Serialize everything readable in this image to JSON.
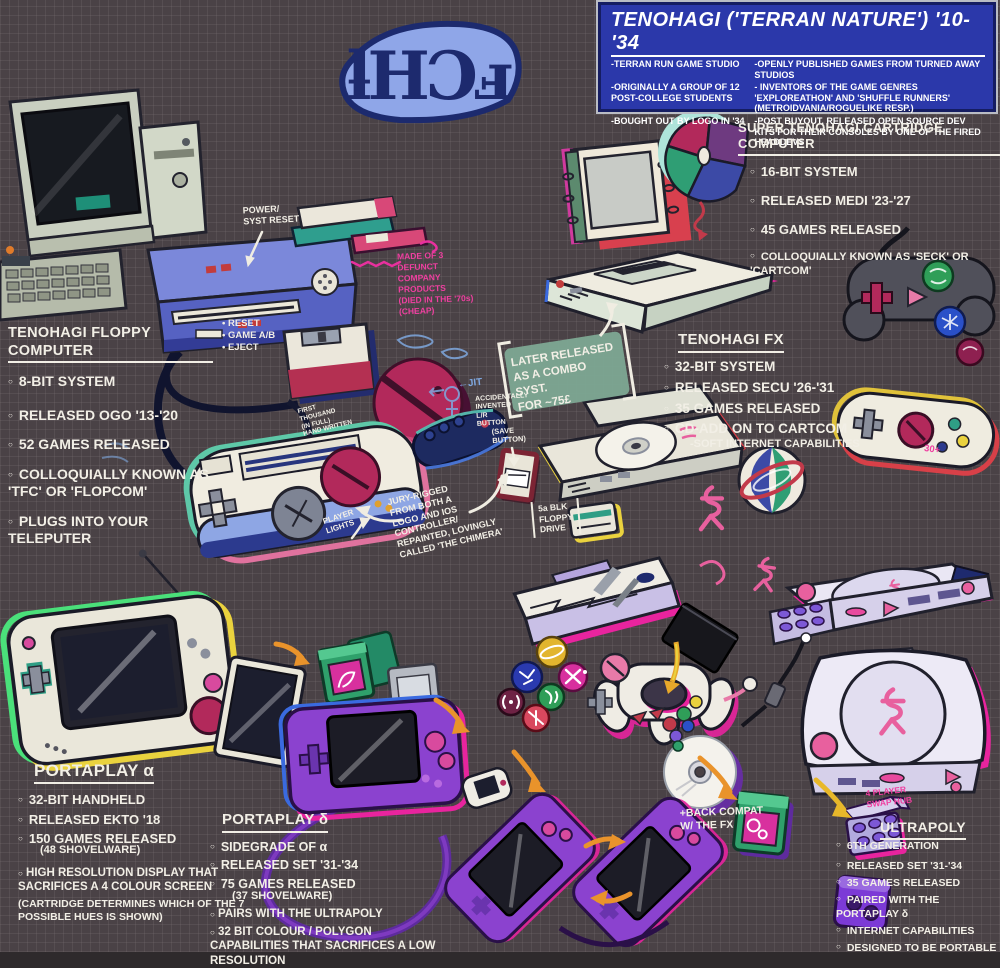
{
  "infobox": {
    "title": "TENOHAGI ('TERRAN NATURE') '10-'34",
    "left": [
      "-TERRAN RUN GAME STUDIO",
      "-ORIGINALLY A GROUP OF 12 POST-COLLEGE STUDENTS",
      "-BOUGHT OUT BY LOGO IN '34"
    ],
    "right": [
      "-OPENLY PUBLISHED GAMES FROM TURNED AWAY STUDIOS",
      "- INVENTORS OF THE GAME GENRES 'EXPLOREATHON' AND 'SHUFFLE RUNNERS' (METROIDVANIA/ROGUELIKE RESP.)",
      "-POST BUYOUT, RELEASED OPEN SOURCE DEV KITS FOR THEIR CONSOLES BY ONE OF THE FIRED HEADDEVS"
    ]
  },
  "logo": {
    "glyphs": "ƚHƆⅎ"
  },
  "sections": {
    "floppy": {
      "title": "TENOHAGI FLOPPY COMPUTER",
      "bullets": [
        "8-BIT SYSTEM",
        "RELEASED OGO '13-'20",
        "52 GAMES RELEASED",
        "COLLOQUIALLY KNOWN AS 'TFC' OR 'FLOPCOM'",
        "PLUGS INTO YOUR TELEPUTER"
      ]
    },
    "cartridge": {
      "title": "SUPER TENOHAGI CARTRIDGE COMPUTER",
      "bullets": [
        "16-BIT SYSTEM",
        "RELEASED MEDI '23-'27",
        "45 GAMES RELEASED",
        "COLLOQUIALLY KNOWN AS 'SECK' OR 'CARTCOM'"
      ]
    },
    "fx": {
      "title": "TENOHAGI FX",
      "bullets": [
        "32-BIT SYSTEM",
        "RELEASED SECU '26-'31",
        "35 GAMES RELEASED",
        "CD-ADD ON TO CARTCOM"
      ],
      "sub": "-SOFT INTERNET CAPABILITIES"
    },
    "alpha": {
      "title": "PORTAPLAY α",
      "bullets": [
        "32-BIT HANDHELD",
        "RELEASED EKTO '18",
        "150 GAMES RELEASED"
      ],
      "note1": "(48 SHOVELWARE)",
      "bullet4": "HIGH RESOLUTION DISPLAY THAT SACRIFICES A 4 COLOUR SCREEN",
      "note2": "(CARTRIDGE DETERMINES WHICH OF THE 7 POSSIBLE HUES IS SHOWN)"
    },
    "delta": {
      "title": "PORTAPLAY δ",
      "bullets": [
        "SIDEGRADE OF α",
        "RELEASED SET '31-'34",
        "75 GAMES RELEASED"
      ],
      "note1": "(37 SHOVELWARE)",
      "bullet4": "PAIRS WITH THE ULTRAPOLY",
      "bullet5": "32 BIT COLOUR / POLYGON CAPABILITIES THAT SACRIFICES A LOW RESOLUTION"
    },
    "ultrapoly": {
      "title": "ULTRAPOLY",
      "bullets": [
        "6TH GENERATION",
        "RELEASED SET '31-'34",
        "35 GAMES RELEASED",
        "PAIRED WITH THE PORTAPLAY δ",
        "INTERNET CAPABILITIES",
        "DESIGNED TO BE PORTABLE"
      ]
    }
  },
  "annotations": {
    "power_reset": "POWER/\nSYST RESET",
    "rear_buttons": "• RESET\n• GAME A/B\n• EJECT",
    "made_of_3": "MADE OF 3\nDEFUNCT\nCOMPANY\nPRODUCTS\n(DIED IN THE '70s)\n(CHEAP)",
    "first_thousand": "FIRST\nTHOUSAND\n(IN FULL)\nHAND WRITTEN",
    "accidentally_lr": "ACCIDENTALLY\nINVENTED\nL/R\nBUTTON",
    "save_button": "(SAVE\nBUTTON)",
    "jury_rigged": "JURY-RIGGED\nFROM BOTH A\nLOGO AND IOS\nCONTROLLER/\nREPAINTED, LOVINGLY\nCALLED 'THE CHIMERA'",
    "player_lights": "PLAYER\nLIGHTS",
    "combo": "LATER RELEASED\nAS A COMBO SYST.\nFOR ~75£",
    "floppy_drive": "5a BLK\nFLOPPY\nDRIVE",
    "back_compat": "+BACK COMPAT\nW/ THE FX",
    "swap_hub": "4 PLAYER\nSWAP HUB",
    "thirty_plus": "30+",
    "jit": "←JIT"
  }
}
